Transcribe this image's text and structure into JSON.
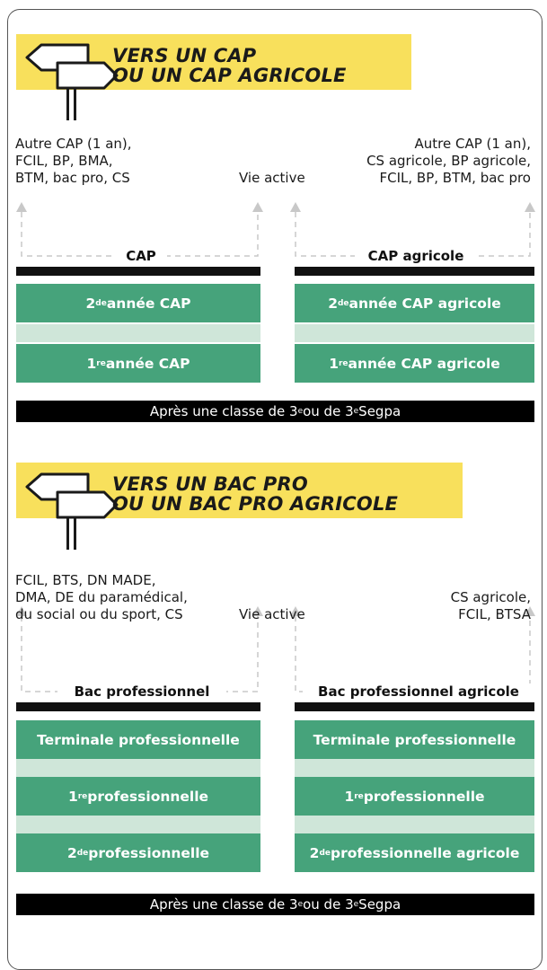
{
  "section1": {
    "title_line1": "VERS UN CAP",
    "title_line2": "OU UN CAP AGRICOLE",
    "outcomes_left": [
      "Autre CAP (1 an),",
      "FCIL, BP, BMA,",
      "BTM, bac pro, CS"
    ],
    "outcomes_middle": "Vie active",
    "outcomes_right": [
      "Autre CAP (1 an),",
      "CS agricole, BP agricole,",
      "FCIL, BP, BTM, bac pro"
    ],
    "left_label": "CAP",
    "right_label": "CAP agricole",
    "left_years": [
      {
        "num": "2",
        "sup": "de",
        "rest": " année CAP"
      },
      {
        "num": "1",
        "sup": "re",
        "rest": " année CAP"
      }
    ],
    "right_years": [
      {
        "num": "2",
        "sup": "de",
        "rest": " année CAP agricole"
      },
      {
        "num": "1",
        "sup": "re",
        "rest": " année CAP agricole"
      }
    ],
    "entry": {
      "a": "Après une classe de 3",
      "sup1": "e",
      "b": " ou de 3",
      "sup2": "e",
      "c": " Segpa"
    }
  },
  "section2": {
    "title_line1": "VERS UN BAC PRO",
    "title_line2": "OU UN BAC PRO AGRICOLE",
    "outcomes_left": [
      "FCIL, BTS, DN MADE,",
      "DMA, DE du paramédical,",
      "du social ou du sport, CS"
    ],
    "outcomes_middle": "Vie active",
    "outcomes_right": [
      "CS agricole,",
      "FCIL, BTSA"
    ],
    "left_label": "Bac professionnel",
    "right_label": "Bac professionnel agricole",
    "left_years": [
      {
        "num": "",
        "sup": "",
        "rest": "Terminale professionnelle"
      },
      {
        "num": "1",
        "sup": "re",
        "rest": " professionnelle"
      },
      {
        "num": "2",
        "sup": "de",
        "rest": " professionnelle"
      }
    ],
    "right_years": [
      {
        "num": "",
        "sup": "",
        "rest": "Terminale professionnelle"
      },
      {
        "num": "1",
        "sup": "re",
        "rest": " professionnelle"
      },
      {
        "num": "2",
        "sup": "de",
        "rest": " professionnelle agricole"
      }
    ],
    "entry": {
      "a": "Après une classe de 3",
      "sup1": "e",
      "b": " ou de 3",
      "sup2": "e",
      "c": " Segpa"
    }
  },
  "colors": {
    "banner": "#f8e05c",
    "green": "#46a37b",
    "light_green": "#cfe6d9",
    "black": "#000000"
  },
  "icons": [
    "signpost-icon",
    "arrow-up-icon"
  ]
}
